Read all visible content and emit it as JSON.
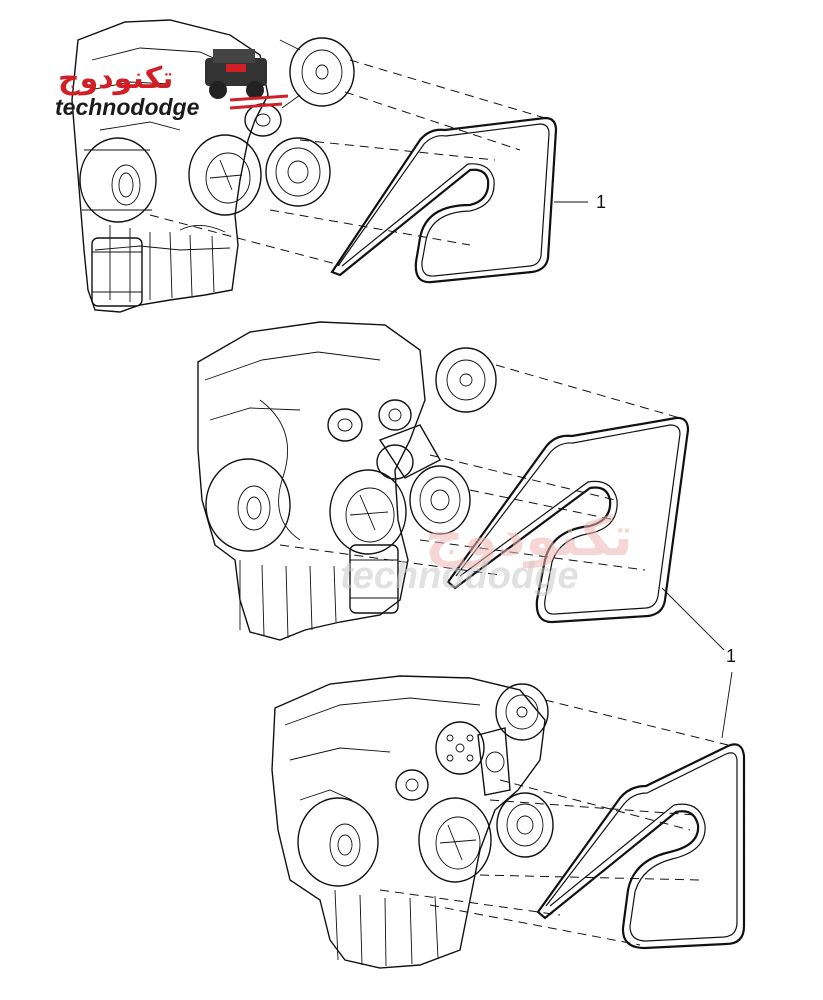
{
  "logo": {
    "arabic_text": "تكنودوج",
    "latin_text": "technododge",
    "brand_red": "#d21f26"
  },
  "watermark": {
    "arabic_text": "تكنودوج",
    "latin_text": "technododge"
  },
  "callouts": {
    "top": "1",
    "lower": "1"
  },
  "figures": [
    {
      "name": "engine-view-top",
      "part_callout": "1"
    },
    {
      "name": "engine-view-middle",
      "part_callout": "1"
    },
    {
      "name": "engine-view-bottom",
      "part_callout": "1"
    }
  ]
}
